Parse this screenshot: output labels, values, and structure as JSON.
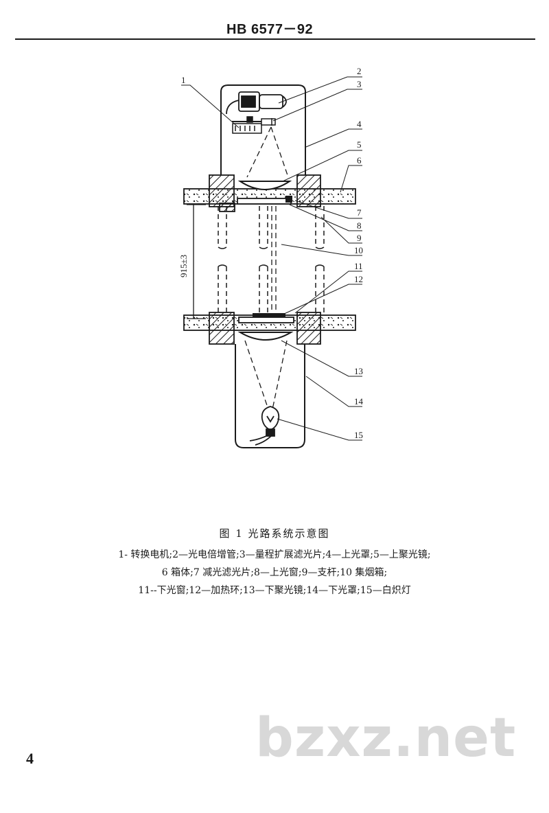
{
  "header": {
    "code": "HB 6577－92"
  },
  "figure": {
    "dimension_label": "915±3",
    "callouts": [
      "1",
      "2",
      "3",
      "4",
      "5",
      "6",
      "7",
      "8",
      "9",
      "10",
      "11",
      "12",
      "13",
      "14",
      "15"
    ],
    "caption_title": "图 1   光路系统示意图",
    "legend_lines": [
      "1- 转换电机;2—光电倍增管;3—量程扩展滤光片;4—上光罩;5—上聚光镜;",
      "6  箱体;7  减光滤光片;8—上光窗;9—支杆;10  集烟箱;",
      "11--下光窗;12—加热环;13—下聚光镜;14—下光罩;15—白炽灯"
    ]
  },
  "page_number": "4",
  "watermark": "bzxz.net"
}
